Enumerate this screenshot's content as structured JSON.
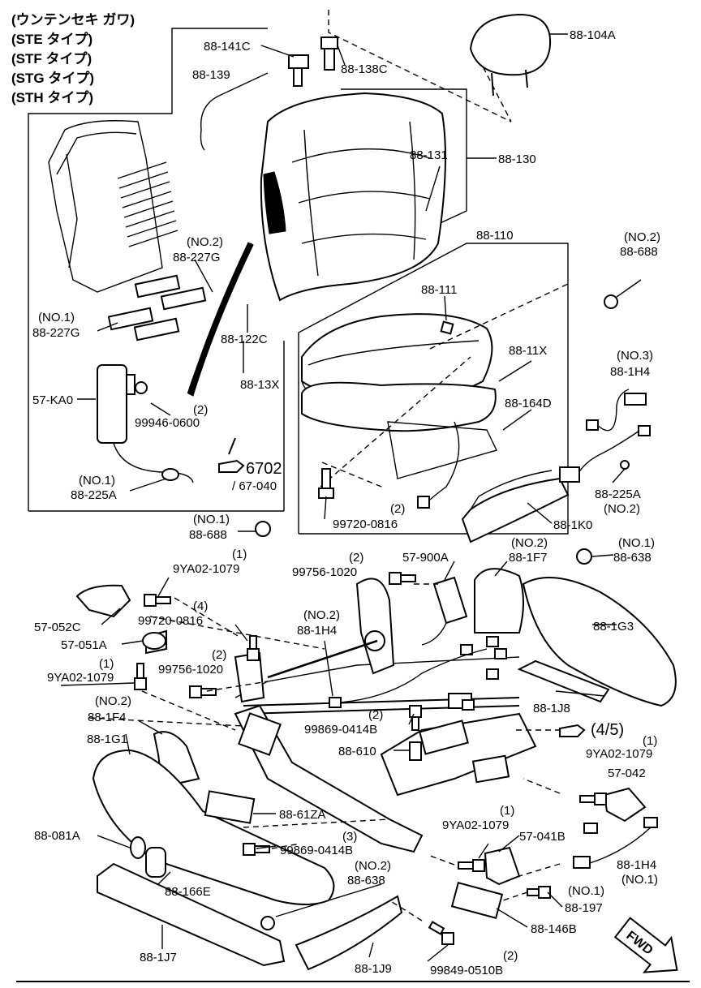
{
  "header": {
    "line1": "(ウンテンセキ ガワ)",
    "line2": "(STE タイプ)",
    "line3": "(STF タイプ)",
    "line4": "(STG タイプ)",
    "line5": "(STH タイプ)"
  },
  "labels": {
    "l_88_104A": "88-104A",
    "l_88_141C": "88-141C",
    "l_88_138C": "88-138C",
    "l_88_139": "88-139",
    "l_88_131": "88-131",
    "l_88_130": "88-130",
    "l_no2_a": "(NO.2)",
    "l_88_227G_a": "88-227G",
    "l_no1_a": "(NO.1)",
    "l_88_227G_b": "88-227G",
    "l_88_122C": "88-122C",
    "l_88_13X": "88-13X",
    "l_57_KA0": "57-KA0",
    "l_2_a": "(2)",
    "l_99946_0600": "99946-0600",
    "l_no1_b": "(NO.1)",
    "l_88_225A_a": "88-225A",
    "l_6702": "6702",
    "l_67_040": "/ 67-040",
    "l_88_110": "88-110",
    "l_88_111": "88-111",
    "l_88_11X": "88-11X",
    "l_88_164D": "88-164D",
    "l_no2_b": "(NO.2)",
    "l_88_688_a": "88-688",
    "l_no3": "(NO.3)",
    "l_88_1H4_a": "88-1H4",
    "l_88_225A_b": "88-225A",
    "l_no2_c": "(NO.2)",
    "l_88_1K0": "88-1K0",
    "l_2_b": "(2)",
    "l_99720_0816_a": "99720-0816",
    "l_no1_c": "(NO.1)",
    "l_88_688_b": "88-688",
    "l_1_a": "(1)",
    "l_9YA02_1079_a": "9YA02-1079",
    "l_2_c": "(2)",
    "l_99756_1020_a": "99756-1020",
    "l_57_900A": "57-900A",
    "l_no2_d": "(NO.2)",
    "l_88_1F7": "88-1F7",
    "l_no1_d": "(NO.1)",
    "l_88_638_a": "88-638",
    "l_57_052C": "57-052C",
    "l_4": "(4)",
    "l_99720_0816_b": "99720-0816",
    "l_no2_e": "(NO.2)",
    "l_88_1H4_b": "88-1H4",
    "l_88_1G3": "88-1G3",
    "l_57_051A": "57-051A",
    "l_1_b": "(1)",
    "l_9YA02_1079_b": "9YA02-1079",
    "l_2_d": "(2)",
    "l_99756_1020_b": "99756-1020",
    "l_88_1J8": "88-1J8",
    "l_no2_f": "(NO.2)",
    "l_88_1F4": "88-1F4",
    "l_2_e": "(2)",
    "l_99869_0414B_a": "99869-0414B",
    "l_45": "(4/5)",
    "l_88_1G1": "88-1G1",
    "l_88_610": "88-610",
    "l_1_c": "(1)",
    "l_9YA02_1079_c": "9YA02-1079",
    "l_57_042": "57-042",
    "l_88_61ZA": "88-61ZA",
    "l_1_d": "(1)",
    "l_9YA02_1079_d": "9YA02-1079",
    "l_88_081A": "88-081A",
    "l_3": "(3)",
    "l_99869_0414B_b": "99869-0414B",
    "l_57_041B": "57-041B",
    "l_88_1H4_c": "88-1H4",
    "l_no1_e": "(NO.1)",
    "l_88_166E": "88-166E",
    "l_no2_g": "(NO.2)",
    "l_88_638_b": "88-638",
    "l_no1_f": "(NO.1)",
    "l_88_197": "88-197",
    "l_88_146B": "88-146B",
    "l_88_1J7": "88-1J7",
    "l_88_1J9": "88-1J9",
    "l_2_f": "(2)",
    "l_99849_0510B": "99849-0510B",
    "l_fwd": "FWD"
  },
  "icons": [
    "pointing-hand-icon",
    "fwd-arrow-icon"
  ]
}
